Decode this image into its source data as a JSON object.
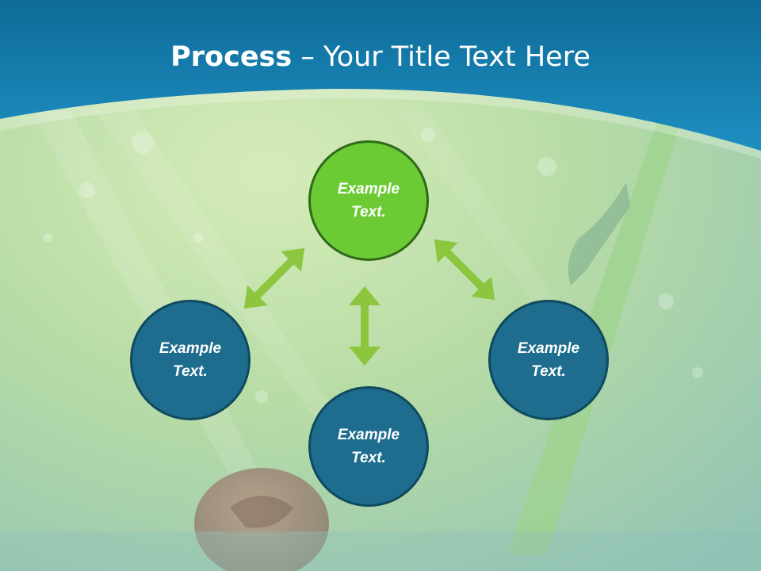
{
  "slide": {
    "title_bold": "Process",
    "title_rest": " – Your Title Text Here"
  },
  "nodes": {
    "top": "Example Text.",
    "left": "Example Text.",
    "right": "Example Text.",
    "bottom": "Example Text."
  },
  "colors": {
    "header_blue": "#1a86b4",
    "node_blue": "#1e6d8e",
    "node_green": "#6ccb35",
    "arrow_green": "#8cc63f"
  }
}
